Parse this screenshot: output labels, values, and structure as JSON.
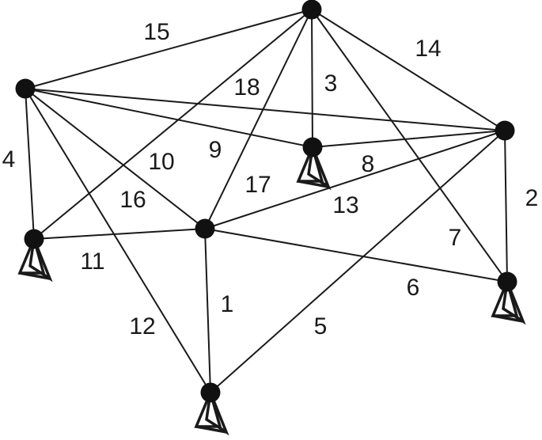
{
  "diagram": {
    "nodes": [
      {
        "id": "n1",
        "support": false
      },
      {
        "id": "n2",
        "support": false
      },
      {
        "id": "n3",
        "support": false
      },
      {
        "id": "n4",
        "support": true
      },
      {
        "id": "n5",
        "support": false
      },
      {
        "id": "n6",
        "support": true
      },
      {
        "id": "n7",
        "support": true
      },
      {
        "id": "n8",
        "support": true
      }
    ],
    "members": [
      {
        "label": "1",
        "from": "n5",
        "to": "n8"
      },
      {
        "label": "2",
        "from": "n3",
        "to": "n7"
      },
      {
        "label": "3",
        "from": "n1",
        "to": "n4"
      },
      {
        "label": "4",
        "from": "n2",
        "to": "n6"
      },
      {
        "label": "5",
        "from": "n3",
        "to": "n8"
      },
      {
        "label": "6",
        "from": "n5",
        "to": "n7"
      },
      {
        "label": "7",
        "from": "n1",
        "to": "n7"
      },
      {
        "label": "8",
        "from": "n4",
        "to": "n3"
      },
      {
        "label": "9",
        "from": "n2",
        "to": "n4"
      },
      {
        "label": "10",
        "from": "n1",
        "to": "n6"
      },
      {
        "label": "11",
        "from": "n6",
        "to": "n5"
      },
      {
        "label": "12",
        "from": "n2",
        "to": "n8"
      },
      {
        "label": "13",
        "from": "n5",
        "to": "n3"
      },
      {
        "label": "14",
        "from": "n1",
        "to": "n3"
      },
      {
        "label": "15",
        "from": "n2",
        "to": "n1"
      },
      {
        "label": "16",
        "from": "n2",
        "to": "n5"
      },
      {
        "label": "17",
        "from": "n5",
        "to": "n1"
      },
      {
        "label": "18",
        "from": "n2",
        "to": "n3"
      }
    ]
  }
}
